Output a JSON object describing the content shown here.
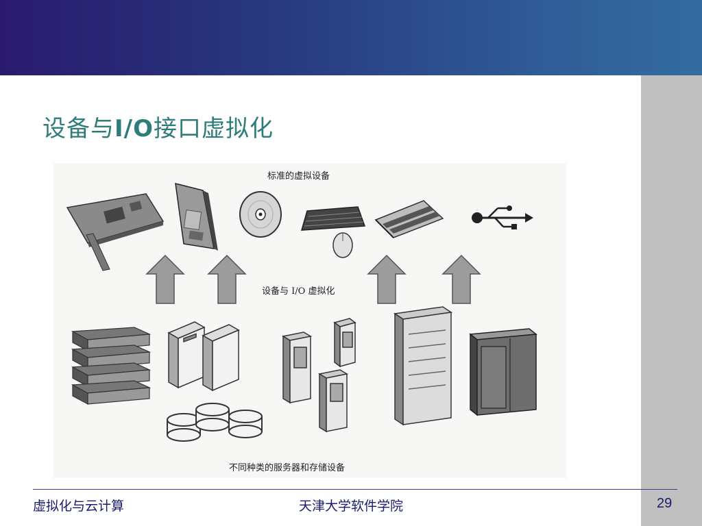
{
  "slide": {
    "title_prefix": "设备与",
    "title_bold": "I/O",
    "title_suffix": "接口虚拟化"
  },
  "figure": {
    "top_caption": "标准的虚拟设备",
    "middle_caption": "设备与 I/O 虚拟化",
    "bottom_caption": "不同种类的服务器和存储设备"
  },
  "footer": {
    "left": "虚拟化与云计算",
    "center": "天津大学软件学院",
    "page": "29"
  },
  "colors": {
    "header_dark": "#2a1a6e",
    "header_light": "#346c9f",
    "title_color": "#2e7d7b",
    "footer_text": "#1a1a6e"
  },
  "icons": [
    "network-card-icon",
    "floppy-disk-icon",
    "cd-disc-icon",
    "keyboard-mouse-icon",
    "memory-module-icon",
    "usb-icon",
    "up-arrow-icon",
    "rack-server-icon",
    "tower-server-icon",
    "storage-disk-icon",
    "cabinet-server-icon"
  ]
}
